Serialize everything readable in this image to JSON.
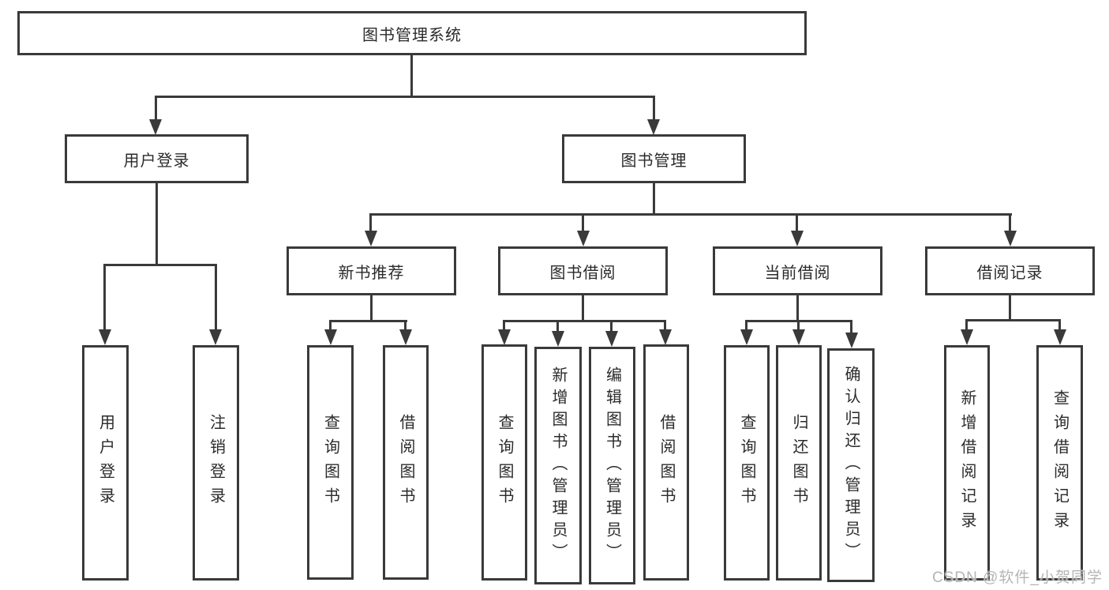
{
  "diagram_title": "图书管理系统",
  "tree": {
    "root": {
      "label": "图书管理系统"
    },
    "branches": [
      {
        "label": "用户登录",
        "children": [
          {
            "label": "用户登录"
          },
          {
            "label": "注销登录"
          }
        ]
      },
      {
        "label": "图书管理",
        "children": [
          {
            "label": "新书推荐",
            "children": [
              {
                "label": "查询图书"
              },
              {
                "label": "借阅图书"
              }
            ]
          },
          {
            "label": "图书借阅",
            "children": [
              {
                "label": "查询图书"
              },
              {
                "label": "新增图书（管理员）"
              },
              {
                "label": "编辑图书（管理员）"
              },
              {
                "label": "借阅图书"
              }
            ]
          },
          {
            "label": "当前借阅",
            "children": [
              {
                "label": "查询图书"
              },
              {
                "label": "归还图书"
              },
              {
                "label": "确认归还（管理员）"
              }
            ]
          },
          {
            "label": "借阅记录",
            "children": [
              {
                "label": "新增借阅记录"
              },
              {
                "label": "查询借阅记录"
              }
            ]
          }
        ]
      }
    ]
  },
  "watermark": {
    "text": "CSDN @软件_小贺同学"
  },
  "colors": {
    "background": "#ffffff",
    "line": "#3a3a3a",
    "box_border": "#3a3a3a",
    "text": "#2b2b2b",
    "watermark": "#b5b5b5"
  }
}
